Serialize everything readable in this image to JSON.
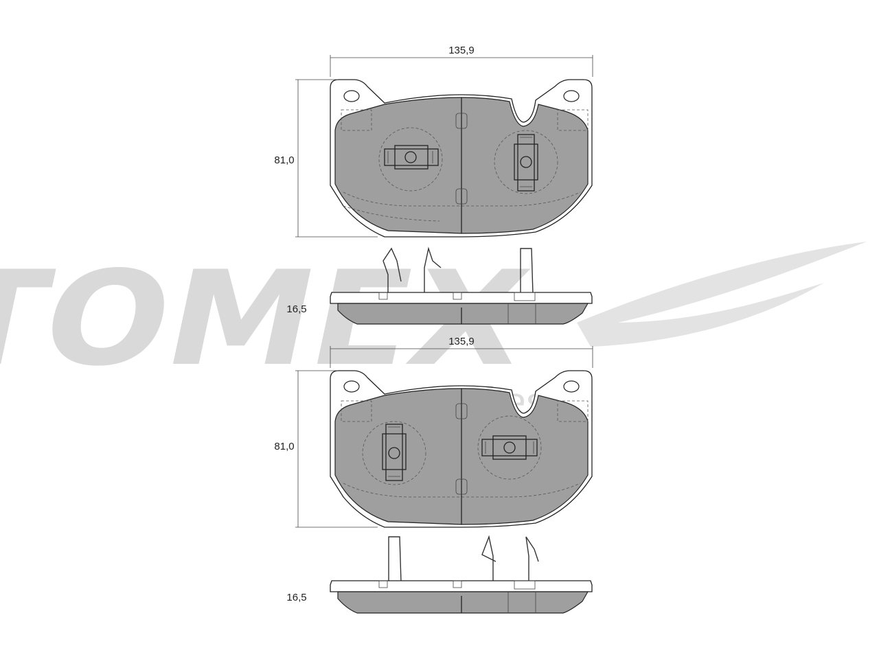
{
  "watermark": {
    "brand": "TOMEX",
    "sub": "brakes"
  },
  "top_view": {
    "width_label": "135,9",
    "height_label": "81,0",
    "thickness_label": "16,5"
  },
  "bottom_view": {
    "width_label": "135,9",
    "height_label": "81,0",
    "thickness_label": "16,5"
  }
}
